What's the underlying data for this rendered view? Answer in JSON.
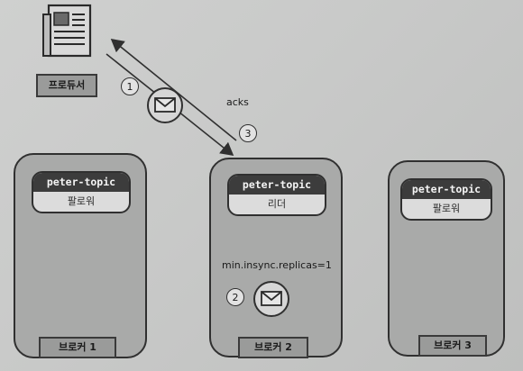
{
  "producer": {
    "label": "프로듀서",
    "icon": "newspaper-icon"
  },
  "acks": "acks",
  "steps": {
    "one": "1",
    "two": "2",
    "three": "3"
  },
  "min_insync": "min.insync.replicas=1",
  "brokers": [
    {
      "label": "브로커 1",
      "topic": "peter-topic",
      "role": "팔로워"
    },
    {
      "label": "브로커 2",
      "topic": "peter-topic",
      "role": "리더"
    },
    {
      "label": "브로커 3",
      "topic": "peter-topic",
      "role": "팔로워"
    }
  ],
  "colors": {
    "broker_fill": "#a9aaa9",
    "topic_head": "#3c3c3c",
    "outline": "#303030"
  }
}
